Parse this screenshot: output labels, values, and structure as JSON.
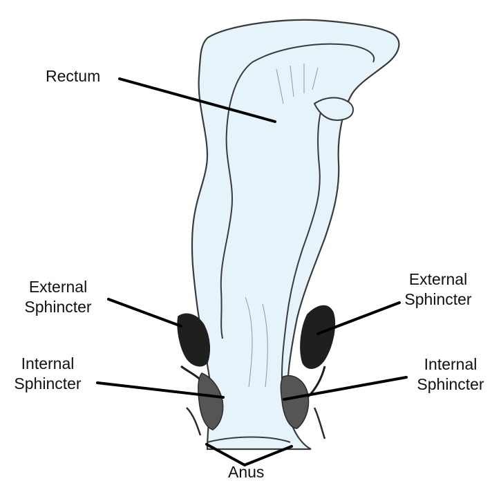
{
  "labels": {
    "rectum": "Rectum",
    "external_left": [
      "External",
      "Sphincter"
    ],
    "external_right": [
      "External",
      "Sphincter"
    ],
    "internal_left": [
      "Internal",
      "Sphincter"
    ],
    "internal_right": [
      "Internal",
      "Sphincter"
    ],
    "anus": "Anus"
  },
  "colors": {
    "tissue_fill": "#e6f3fa",
    "outline": "#3a3a3a",
    "muscle_dark": "#1f1f1f",
    "leader_line": "#000000"
  }
}
